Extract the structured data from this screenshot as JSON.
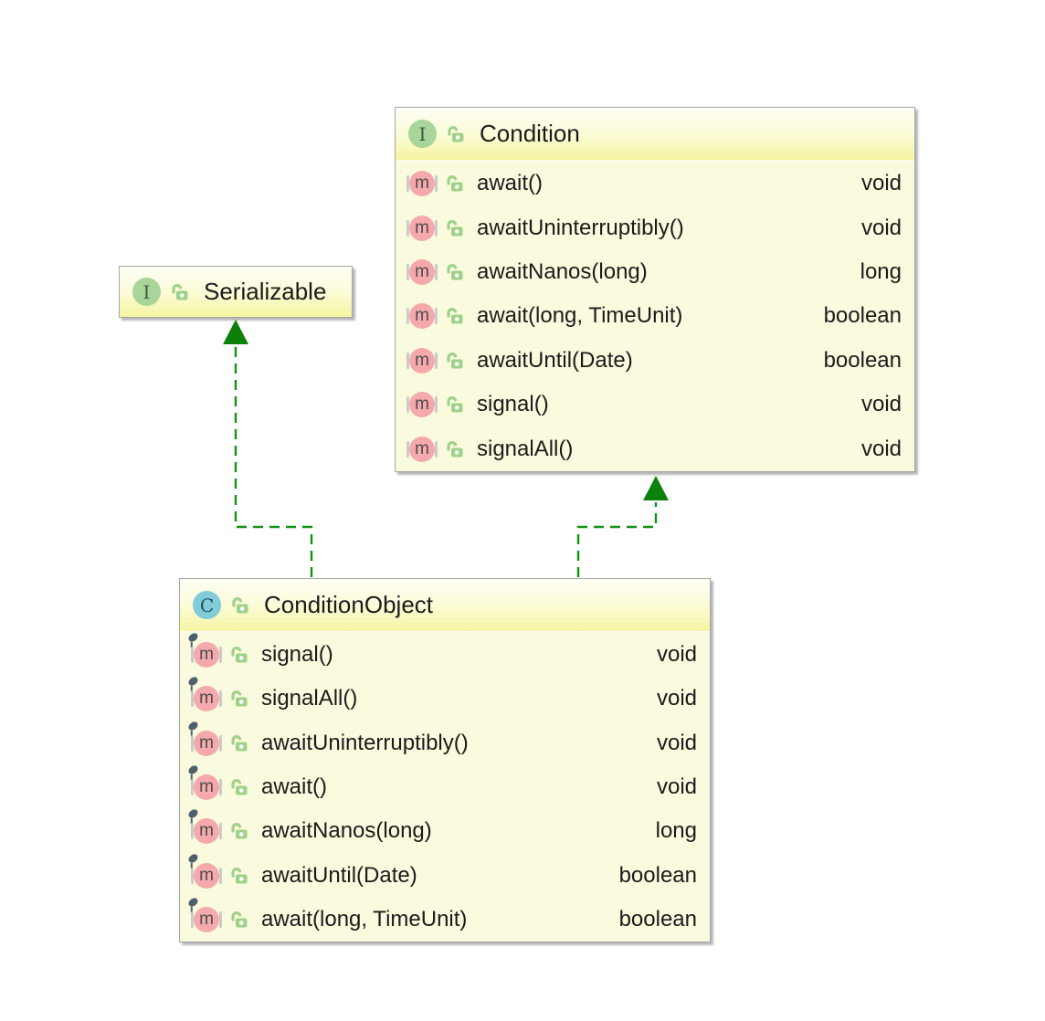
{
  "icons": {
    "interface_letter": "I",
    "class_letter": "C",
    "method_letter": "m"
  },
  "colors": {
    "header_gradient_top": "#fefef6",
    "header_gradient_bottom": "#f5f5a2",
    "row_background": "#fafade",
    "box_border": "#a6a6a6",
    "interface_icon": "#a9d59a",
    "class_icon": "#82cbd9",
    "method_icon": "#f5a9ad",
    "lock_icon": "#a0d18a",
    "arrow_green": "#149114",
    "arrowhead_green": "#0b800b"
  },
  "diagram": {
    "classes": [
      {
        "name": "Condition",
        "kind": "interface",
        "methods": [
          {
            "name": "await()",
            "type": "void"
          },
          {
            "name": "awaitUninterruptibly()",
            "type": "void"
          },
          {
            "name": "awaitNanos(long)",
            "type": "long"
          },
          {
            "name": "await(long, TimeUnit)",
            "type": "boolean"
          },
          {
            "name": "awaitUntil(Date)",
            "type": "boolean"
          },
          {
            "name": "signal()",
            "type": "void"
          },
          {
            "name": "signalAll()",
            "type": "void"
          }
        ]
      },
      {
        "name": "Serializable",
        "kind": "interface",
        "methods": []
      },
      {
        "name": "ConditionObject",
        "kind": "class",
        "methods": [
          {
            "name": "signal()",
            "type": "void",
            "modifier": "override"
          },
          {
            "name": "signalAll()",
            "type": "void",
            "modifier": "override"
          },
          {
            "name": "awaitUninterruptibly()",
            "type": "void",
            "modifier": "override"
          },
          {
            "name": "await()",
            "type": "void",
            "modifier": "override"
          },
          {
            "name": "awaitNanos(long)",
            "type": "long",
            "modifier": "override"
          },
          {
            "name": "awaitUntil(Date)",
            "type": "boolean",
            "modifier": "override"
          },
          {
            "name": "await(long, TimeUnit)",
            "type": "boolean",
            "modifier": "override"
          }
        ]
      }
    ],
    "relations": [
      {
        "from": "ConditionObject",
        "to": "Serializable",
        "type": "implements",
        "line": "dashed-green",
        "arrowhead": "filled-triangle"
      },
      {
        "from": "ConditionObject",
        "to": "Condition",
        "type": "implements",
        "line": "dashed-green",
        "arrowhead": "filled-triangle"
      }
    ]
  }
}
